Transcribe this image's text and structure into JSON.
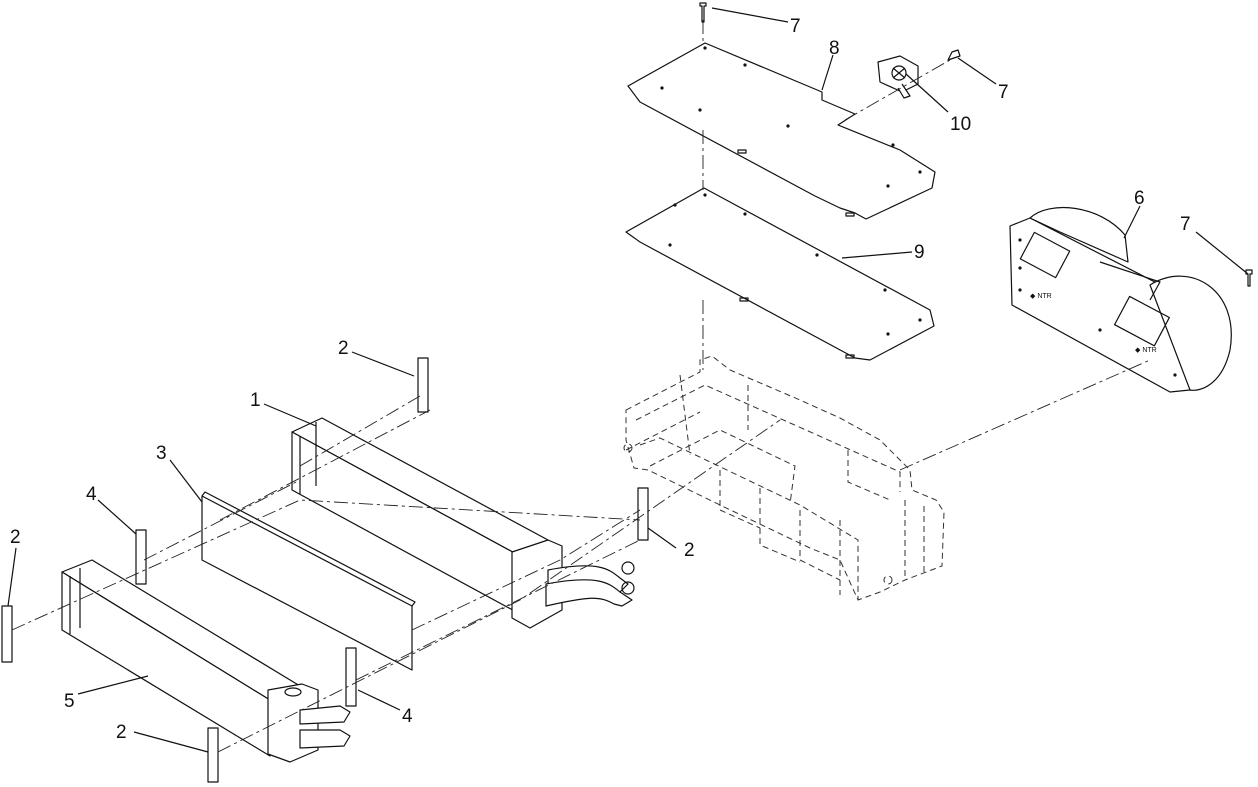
{
  "callouts": [
    {
      "id": "c7a",
      "text": "7"
    },
    {
      "id": "c8",
      "text": "8"
    },
    {
      "id": "c7b",
      "text": "7"
    },
    {
      "id": "c10",
      "text": "10"
    },
    {
      "id": "c6",
      "text": "6"
    },
    {
      "id": "c7c",
      "text": "7"
    },
    {
      "id": "c9",
      "text": "9"
    },
    {
      "id": "c2a",
      "text": "2"
    },
    {
      "id": "c1",
      "text": "1"
    },
    {
      "id": "c3",
      "text": "3"
    },
    {
      "id": "c4a",
      "text": "4"
    },
    {
      "id": "c2b",
      "text": "2"
    },
    {
      "id": "c2c",
      "text": "2"
    },
    {
      "id": "c5",
      "text": "5"
    },
    {
      "id": "c4b",
      "text": "4"
    },
    {
      "id": "c2d",
      "text": "2"
    }
  ],
  "colors": {
    "ink": "#111111",
    "background": "#ffffff"
  }
}
